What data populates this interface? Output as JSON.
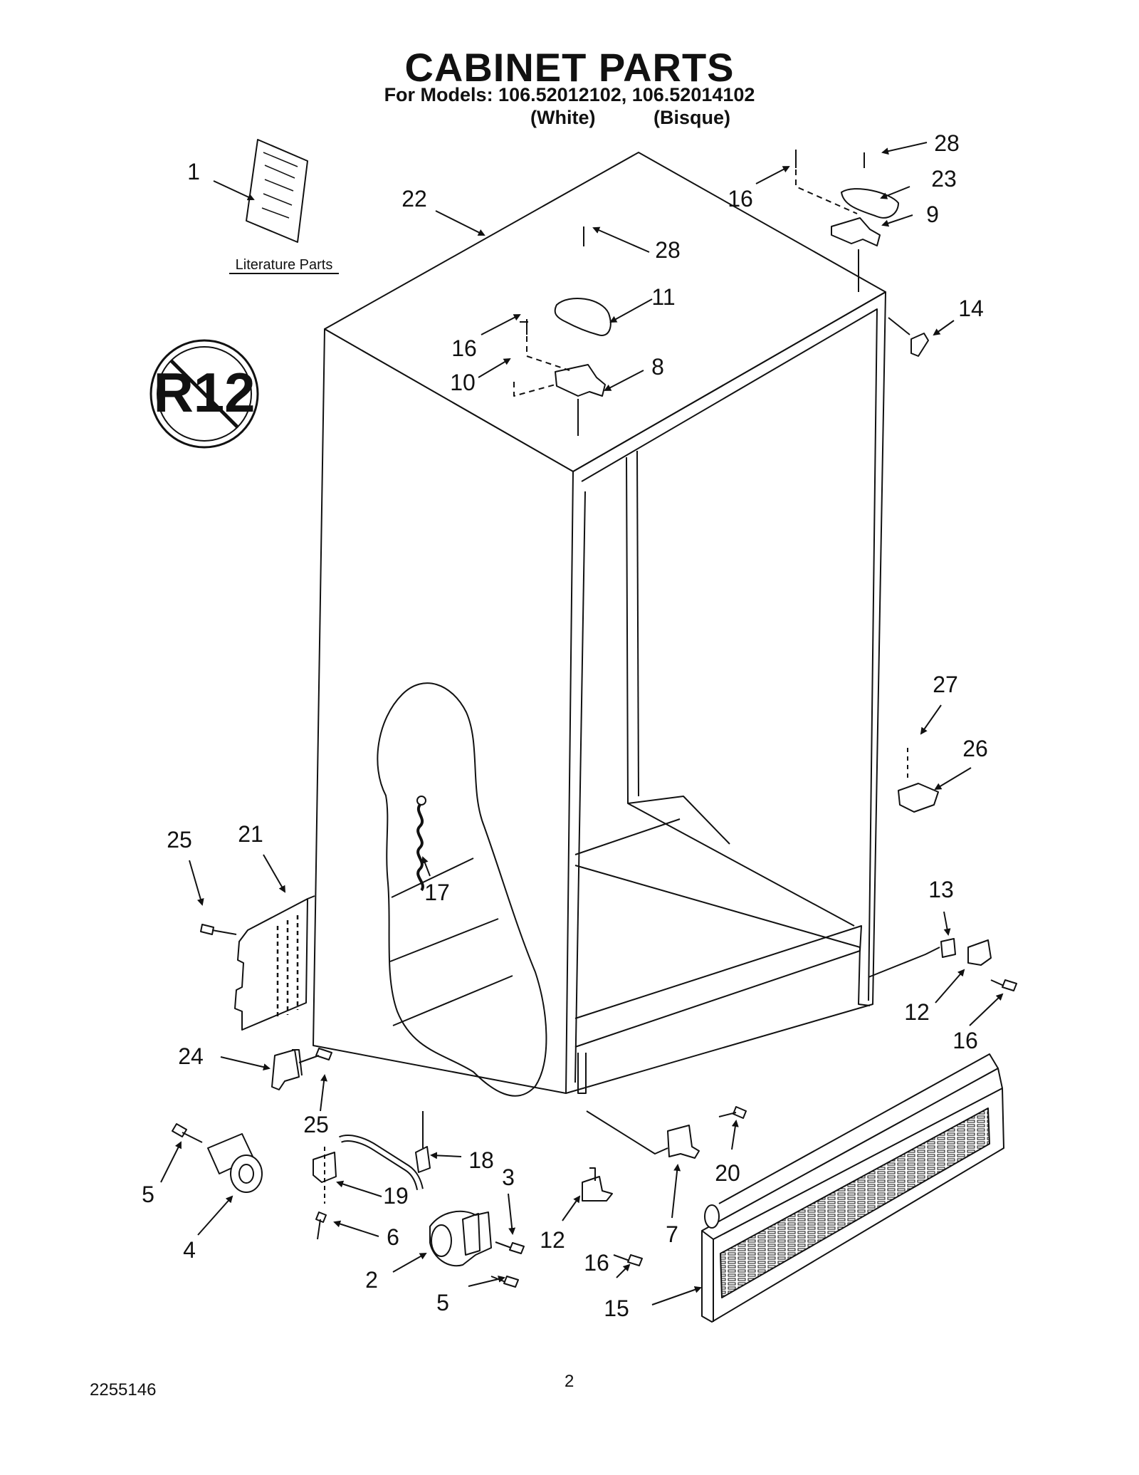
{
  "header": {
    "title": "CABINET PARTS",
    "models_line": "For Models: 106.52012102, 106.52014102",
    "color_white": "(White)",
    "color_bisque": "(Bisque)"
  },
  "literature_label": "Literature Parts",
  "badge_text": "R12",
  "callouts": {
    "c1": "1",
    "c22": "22",
    "c16a": "16",
    "c28a": "28",
    "c23": "23",
    "c9": "9",
    "c28b": "28",
    "c11": "11",
    "c16b": "16",
    "c10": "10",
    "c8": "8",
    "c14": "14",
    "c27": "27",
    "c26": "26",
    "c25a": "25",
    "c21": "21",
    "c17": "17",
    "c13": "13",
    "c12a": "12",
    "c16c": "16",
    "c24": "24",
    "c25b": "25",
    "c18": "18",
    "c19": "19",
    "c3": "3",
    "c5a": "5",
    "c4": "4",
    "c6": "6",
    "c2": "2",
    "c5b": "5",
    "c12b": "12",
    "c16d": "16",
    "c7": "7",
    "c20": "20",
    "c15": "15"
  },
  "footer": {
    "doc_number": "2255146",
    "page_number": "2"
  }
}
